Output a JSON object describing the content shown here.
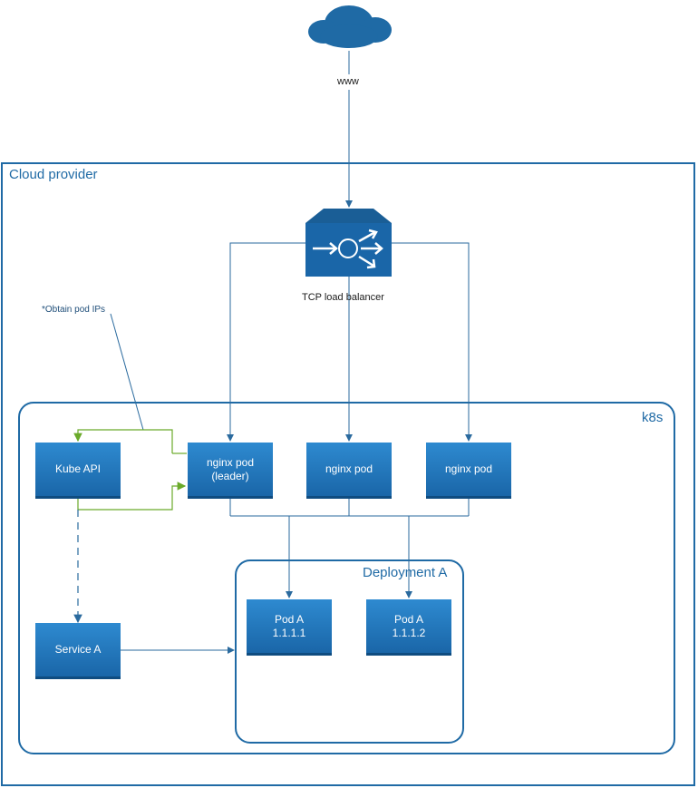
{
  "internet": {
    "label": "www"
  },
  "cloud_provider": {
    "label": "Cloud provider"
  },
  "load_balancer": {
    "label": "TCP load balancer"
  },
  "k8s": {
    "label": "k8s"
  },
  "note": {
    "label": "*Obtain pod IPs"
  },
  "nodes": {
    "kube_api": {
      "label": "Kube API"
    },
    "nginx_leader": {
      "line1": "nginx pod",
      "line2": "(leader)"
    },
    "nginx_2": {
      "label": "nginx pod"
    },
    "nginx_3": {
      "label": "nginx pod"
    },
    "service_a": {
      "label": "Service A"
    },
    "pod_a1": {
      "line1": "Pod A",
      "line2": "1.1.1.1"
    },
    "pod_a2": {
      "line1": "Pod A",
      "line2": "1.1.1.2"
    }
  },
  "deployment": {
    "label": "Deployment A"
  },
  "colors": {
    "frame": "#1f6aa5",
    "node": "#2479c0",
    "connector": "#2a6a9e",
    "api_link": "#6aaa2a"
  }
}
